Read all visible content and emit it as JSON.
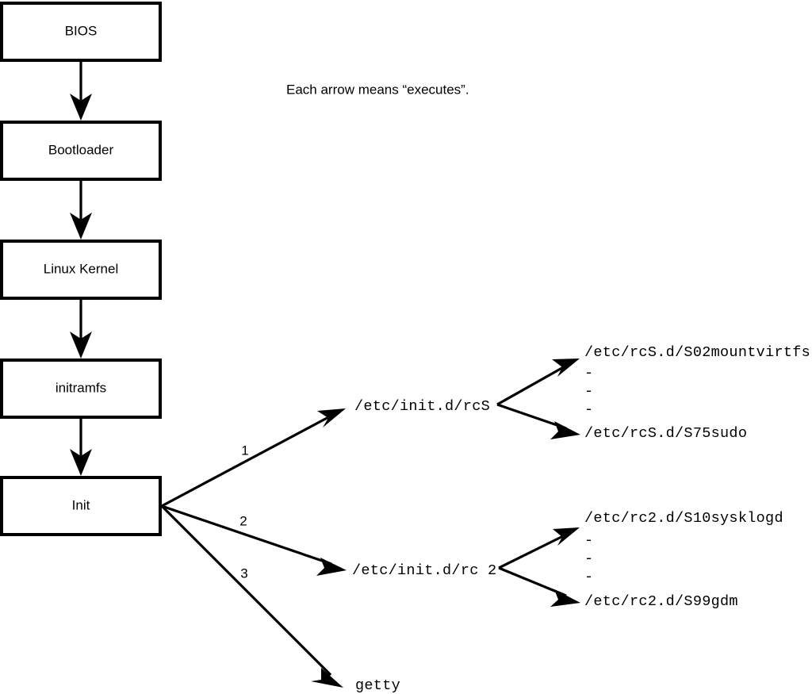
{
  "diagram": {
    "caption": "Each arrow means “executes”.",
    "boot_chain": [
      {
        "label": "BIOS"
      },
      {
        "label": "Bootloader"
      },
      {
        "label": "Linux Kernel"
      },
      {
        "label": "initramfs"
      },
      {
        "label": "Init"
      }
    ],
    "init_branches": [
      {
        "number": "1",
        "label": "/etc/init.d/rcS"
      },
      {
        "number": "2",
        "label": "/etc/init.d/rc 2"
      },
      {
        "number": "3",
        "label": "getty"
      }
    ],
    "rcs_scripts": {
      "first": "/etc/rcS.d/S02mountvirtfs",
      "ellipsis": [
        "-",
        "-",
        "-"
      ],
      "last": "/etc/rcS.d/S75sudo"
    },
    "rc2_scripts": {
      "first": "/etc/rc2.d/S10sysklogd",
      "ellipsis": [
        "-",
        "-",
        "-"
      ],
      "last": "/etc/rc2.d/S99gdm"
    },
    "colors": {
      "stroke": "#000000",
      "background": "#ffffff",
      "text": "#000000"
    }
  }
}
